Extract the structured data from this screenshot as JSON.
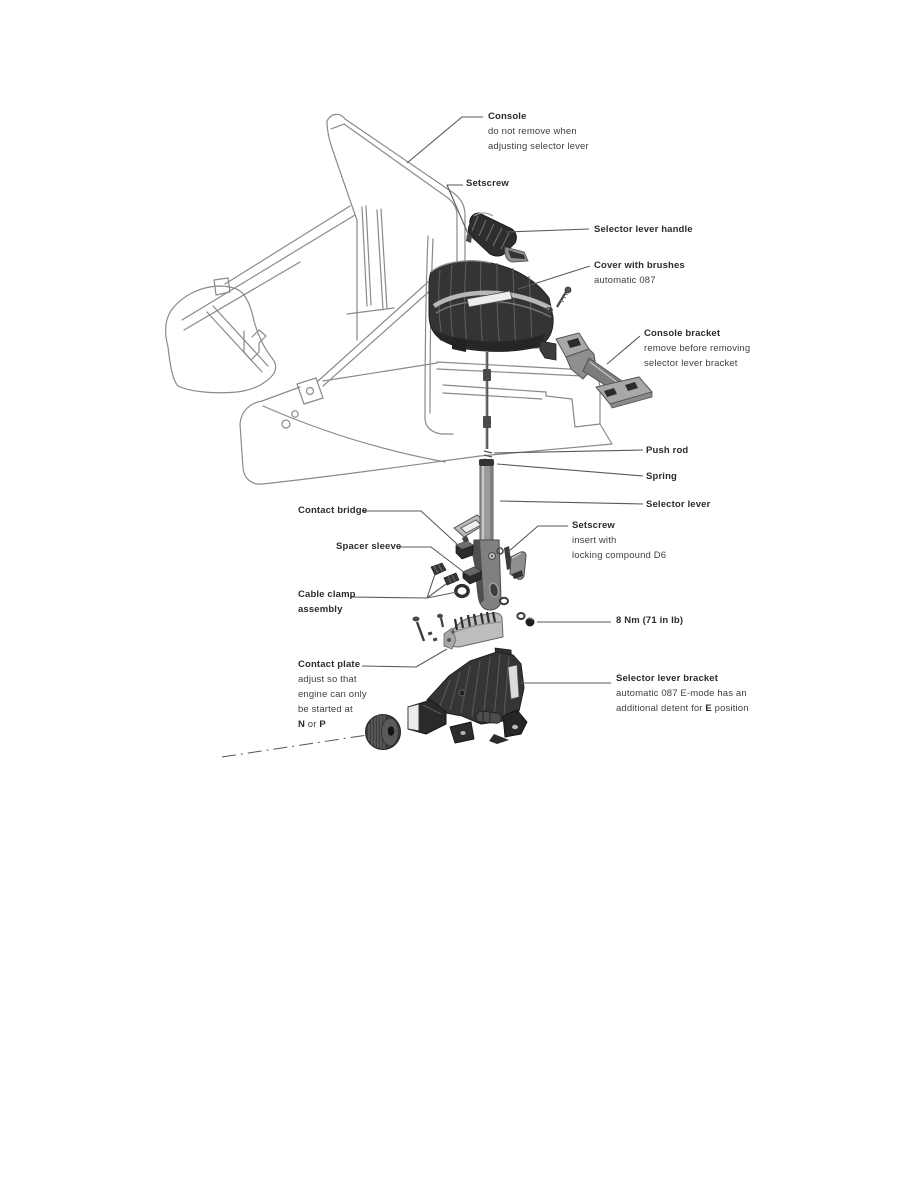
{
  "figure": {
    "type": "exploded-parts-diagram",
    "line_color": "#8a8a8a",
    "leader_color": "#5a5a5a",
    "dark_part_color": "#333333",
    "text_color": "#2b2b2b"
  },
  "labels": {
    "console": {
      "title": "Console",
      "desc1": "do not remove when",
      "desc2": "adjusting selector lever"
    },
    "setscrew_top": {
      "title": "Setscrew"
    },
    "selector_lever_handle": {
      "title": "Selector lever handle"
    },
    "cover_with_brushes": {
      "title": "Cover with brushes",
      "desc1": "automatic 087"
    },
    "console_bracket": {
      "title": "Console bracket",
      "desc1": "remove before removing",
      "desc2": "selector lever bracket"
    },
    "push_rod": {
      "title": "Push rod"
    },
    "spring": {
      "title": "Spring"
    },
    "selector_lever": {
      "title": "Selector lever"
    },
    "setscrew_lower": {
      "title": "Setscrew",
      "desc1": "insert with",
      "desc2": "locking compound D6"
    },
    "contact_bridge": {
      "title": "Contact bridge"
    },
    "spacer_sleeve": {
      "title": "Spacer sleeve"
    },
    "cable_clamp_assembly": {
      "title": "Cable clamp",
      "title2": "assembly"
    },
    "contact_plate": {
      "title": "Contact plate",
      "desc1": "adjust so that",
      "desc2": "engine can only",
      "desc3": "be started at",
      "bold_n": "N",
      "mid": " or ",
      "bold_p": "P"
    },
    "torque": {
      "title": "8 Nm (71 in lb)"
    },
    "selector_lever_bracket": {
      "title": "Selector lever bracket",
      "desc1": "automatic 087 E-mode has an",
      "desc2_pre": "additional detent for ",
      "desc2_bold": "E",
      "desc2_post": " position"
    }
  }
}
